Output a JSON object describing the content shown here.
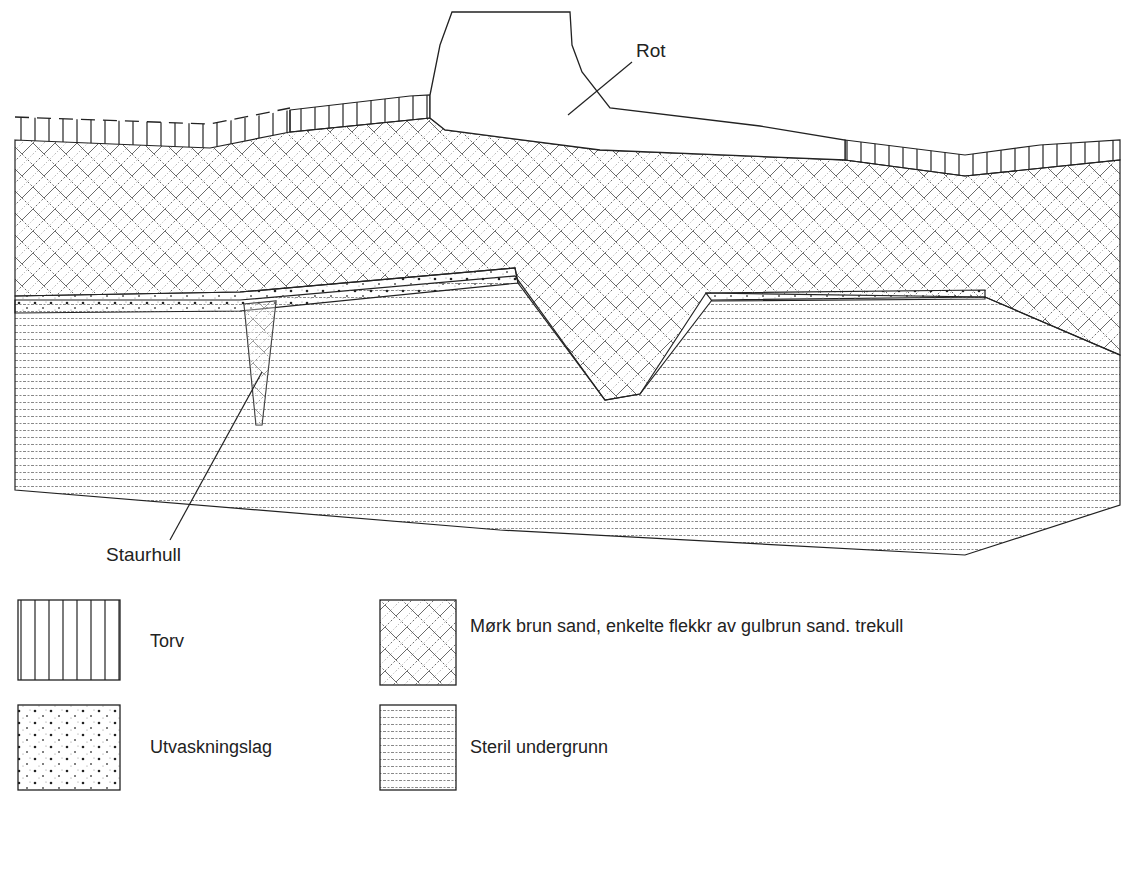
{
  "diagram": {
    "labels": [
      "Rot",
      "Staurhull"
    ],
    "legend": [
      {
        "text": "Torv"
      },
      {
        "text": "Mørk brun sand, enkelte flekkr av gulbrun sand. trekull"
      },
      {
        "text": "Utvaskningslag"
      },
      {
        "text": "Steril undergrunn"
      }
    ]
  }
}
